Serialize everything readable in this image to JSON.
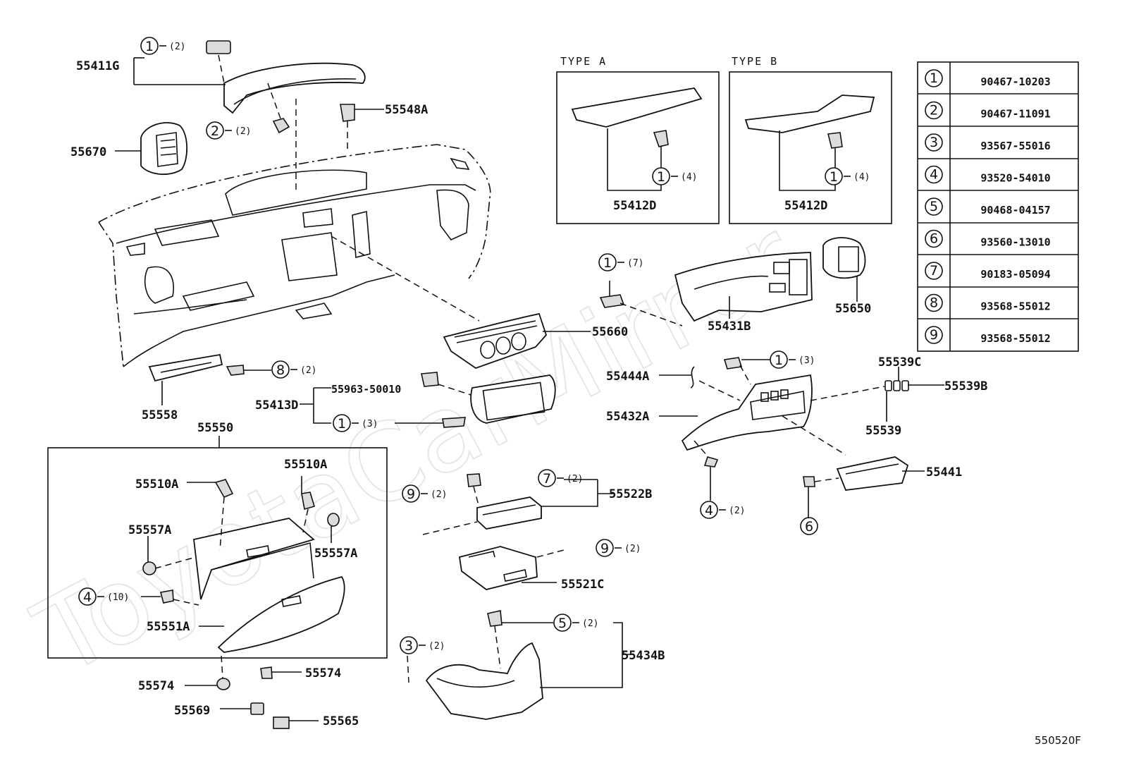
{
  "watermark": "ToyotaCarMirror",
  "figure_code": "550520F",
  "type_labels": [
    "TYPE A",
    "TYPE B"
  ],
  "callouts": [
    {
      "num": "1",
      "qty": "(2)"
    },
    {
      "num": "2",
      "qty": "(2)"
    },
    {
      "num": "1",
      "qty": "(4)"
    },
    {
      "num": "1",
      "qty": "(4)"
    },
    {
      "num": "1",
      "qty": "(7)"
    },
    {
      "num": "8",
      "qty": "(2)"
    },
    {
      "num": "1",
      "qty": "(3)"
    },
    {
      "num": "1",
      "qty": "(3)"
    },
    {
      "num": "7",
      "qty": "(2)"
    },
    {
      "num": "9",
      "qty": "(2)"
    },
    {
      "num": "9",
      "qty": "(2)"
    },
    {
      "num": "4",
      "qty": "(10)"
    },
    {
      "num": "5",
      "qty": "(2)"
    },
    {
      "num": "3",
      "qty": "(2)"
    },
    {
      "num": "4",
      "qty": "(2)"
    },
    {
      "num": "6",
      "qty": ""
    }
  ],
  "labels": {
    "p55411G": "55411G",
    "p55548A": "55548A",
    "p55670": "55670",
    "p55412D_a": "55412D",
    "p55412D_b": "55412D",
    "p55650": "55650",
    "p55431B": "55431B",
    "p55660": "55660",
    "p55558": "55558",
    "p55963": "55963-50010",
    "p55413D": "55413D",
    "p55550": "55550",
    "p55444A": "55444A",
    "p55432A": "55432A",
    "p55539C": "55539C",
    "p55539B": "55539B",
    "p55539": "55539",
    "p55441": "55441",
    "p55510A_a": "55510A",
    "p55510A_b": "55510A",
    "p55557A_a": "55557A",
    "p55557A_b": "55557A",
    "p55551A": "55551A",
    "p55574_a": "55574",
    "p55574_b": "55574",
    "p55569": "55569",
    "p55565": "55565",
    "p55522B": "55522B",
    "p55521C": "55521C",
    "p55434B": "55434B"
  },
  "parts_table": [
    {
      "ref": "1",
      "part": "90467-10203"
    },
    {
      "ref": "2",
      "part": "90467-11091"
    },
    {
      "ref": "3",
      "part": "93567-55016"
    },
    {
      "ref": "4",
      "part": "93520-54010"
    },
    {
      "ref": "5",
      "part": "90468-04157"
    },
    {
      "ref": "6",
      "part": "93560-13010"
    },
    {
      "ref": "7",
      "part": "90183-05094"
    },
    {
      "ref": "8",
      "part": "93568-55012"
    },
    {
      "ref": "9",
      "part": "93568-55012"
    }
  ]
}
